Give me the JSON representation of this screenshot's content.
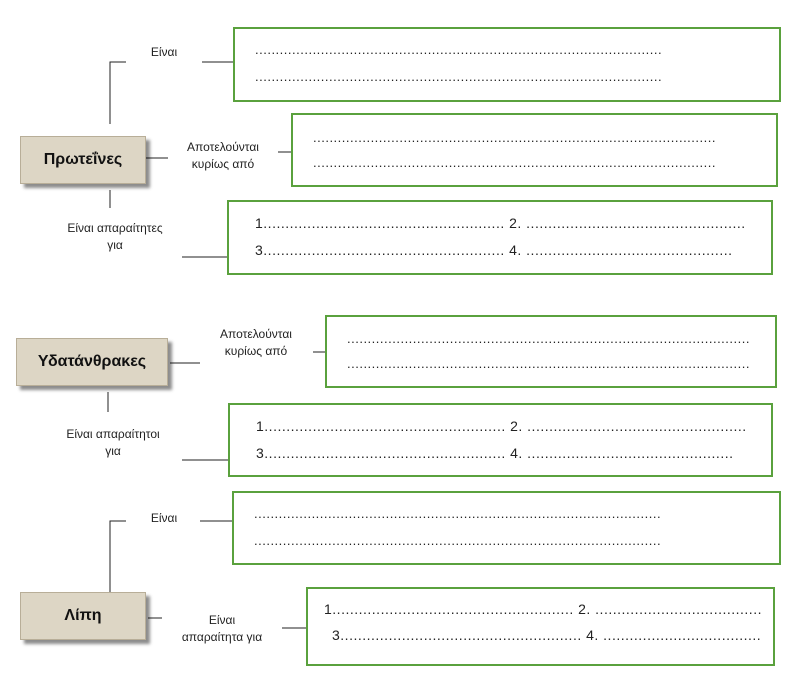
{
  "topics": {
    "proteins": "Πρωτεΐνες",
    "carbs": "Υδατάνθρακες",
    "fats": "Λίπη"
  },
  "labels": {
    "prot_einai": "Είναι",
    "prot_apotelountai": [
      "Αποτελούνται",
      "κυρίως από"
    ],
    "prot_aparaitites": [
      "Είναι απαραίτητες",
      "για"
    ],
    "carb_apotelountai": [
      "Αποτελούνται",
      "κυρίως από"
    ],
    "carb_aparaititoi": [
      "Είναι απαραίτητοι",
      "για"
    ],
    "fat_einai": "Είναι",
    "fat_aparaitita": [
      "Είναι",
      "απαραίτητα για"
    ]
  },
  "blanks": {
    "prot_einai": [
      "...................................................................................................",
      "..................................................................................................."
    ],
    "prot_apotelountai": [
      "..................................................................................................",
      ".................................................................................................."
    ],
    "prot_aparaitites": [
      "1.......................................................  2. ..................................................",
      "3.......................................................  4.   ..............................................."
    ],
    "carb_apotelountai": [
      "..................................................................................................",
      ".................................................................................................."
    ],
    "carb_aparaititoi": [
      "1.......................................................  2. ..................................................",
      "3.......................................................  4.   ..............................................."
    ],
    "fat_einai": [
      "...................................................................................................",
      "..................................................................................................."
    ],
    "fat_aparaitita": [
      "1.......................................................  2. ..................................................",
      "3.......................................................  4.   ..............................................."
    ]
  }
}
